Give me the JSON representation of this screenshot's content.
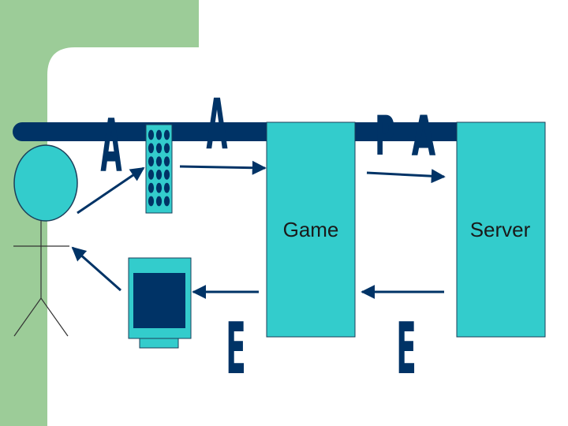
{
  "diagram": {
    "boxes": {
      "game_label": "Game",
      "server_label": "Server"
    },
    "glyphs": {
      "a1": "A",
      "a2": "A",
      "p": "P",
      "a3": "A",
      "e1": "E",
      "e2": "E"
    }
  },
  "colors": {
    "frame_green": "#9ccc98",
    "navy": "#003366",
    "teal": "#33cccc"
  }
}
